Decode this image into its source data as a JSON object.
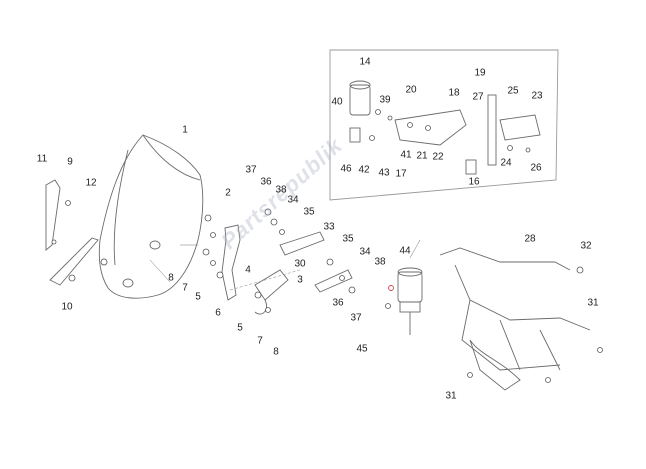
{
  "watermark": "Partsrepublik",
  "callouts": [
    {
      "id": "c1",
      "text": "1"
    },
    {
      "id": "c2",
      "text": "2"
    },
    {
      "id": "c3",
      "text": "3"
    },
    {
      "id": "c4",
      "text": "4"
    },
    {
      "id": "c5a",
      "text": "5"
    },
    {
      "id": "c5b",
      "text": "5"
    },
    {
      "id": "c6",
      "text": "6"
    },
    {
      "id": "c7a",
      "text": "7"
    },
    {
      "id": "c7b",
      "text": "7"
    },
    {
      "id": "c8a",
      "text": "8"
    },
    {
      "id": "c8b",
      "text": "8"
    },
    {
      "id": "c9",
      "text": "9"
    },
    {
      "id": "c10",
      "text": "10"
    },
    {
      "id": "c11",
      "text": "11"
    },
    {
      "id": "c12",
      "text": "12"
    },
    {
      "id": "c14",
      "text": "14"
    },
    {
      "id": "c16",
      "text": "16"
    },
    {
      "id": "c17",
      "text": "17"
    },
    {
      "id": "c18",
      "text": "18"
    },
    {
      "id": "c19",
      "text": "19"
    },
    {
      "id": "c20",
      "text": "20"
    },
    {
      "id": "c21",
      "text": "21"
    },
    {
      "id": "c22",
      "text": "22"
    },
    {
      "id": "c23",
      "text": "23"
    },
    {
      "id": "c24",
      "text": "24"
    },
    {
      "id": "c25",
      "text": "25"
    },
    {
      "id": "c26",
      "text": "26"
    },
    {
      "id": "c27",
      "text": "27"
    },
    {
      "id": "c28",
      "text": "28"
    },
    {
      "id": "c30",
      "text": "30"
    },
    {
      "id": "c31a",
      "text": "31"
    },
    {
      "id": "c31b",
      "text": "31"
    },
    {
      "id": "c32",
      "text": "32"
    },
    {
      "id": "c33",
      "text": "33"
    },
    {
      "id": "c34a",
      "text": "34"
    },
    {
      "id": "c34b",
      "text": "34"
    },
    {
      "id": "c35a",
      "text": "35"
    },
    {
      "id": "c35b",
      "text": "35"
    },
    {
      "id": "c36a",
      "text": "36"
    },
    {
      "id": "c36b",
      "text": "36"
    },
    {
      "id": "c37a",
      "text": "37"
    },
    {
      "id": "c37b",
      "text": "37"
    },
    {
      "id": "c38a",
      "text": "38"
    },
    {
      "id": "c38b",
      "text": "38"
    },
    {
      "id": "c39",
      "text": "39"
    },
    {
      "id": "c40",
      "text": "40"
    },
    {
      "id": "c41",
      "text": "41"
    },
    {
      "id": "c42",
      "text": "42"
    },
    {
      "id": "c43",
      "text": "43"
    },
    {
      "id": "c44",
      "text": "44"
    },
    {
      "id": "c45",
      "text": "45"
    },
    {
      "id": "c46",
      "text": "46"
    }
  ]
}
